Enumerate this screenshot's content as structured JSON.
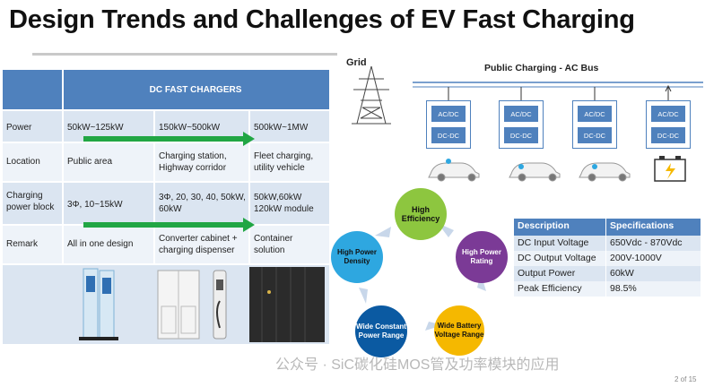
{
  "slide": {
    "title": "Design Trends and Challenges of EV Fast Charging",
    "page_number": "2 of 15",
    "watermark": "公众号 · SiC碳化硅MOS管及功率模块的应用"
  },
  "table": {
    "header": "DC FAST CHARGERS",
    "rows": [
      {
        "label": "Power",
        "cols": [
          "50kW~125kW",
          "150kW~500kW",
          "500kW~1MW"
        ]
      },
      {
        "label": "Location",
        "cols": [
          "Public area",
          "Charging station, Highway corridor",
          "Fleet charging, utility vehicle"
        ]
      },
      {
        "label": "Charging power block",
        "cols": [
          "3Φ, 10~15kW",
          "3Φ, 20, 30, 40, 50kW, 60kW",
          "50kW,60kW 120kW module"
        ]
      },
      {
        "label": "Remark",
        "cols": [
          "All in one design",
          "Converter cabinet + charging dispenser",
          "Container solution"
        ]
      }
    ]
  },
  "diagram": {
    "grid_label": "Grid",
    "bus_label": "Public Charging  - AC Bus",
    "units": [
      {
        "top": "AC/DC",
        "bottom": "DC-DC"
      },
      {
        "top": "AC/DC",
        "bottom": "DC-DC"
      },
      {
        "top": "AC/DC",
        "bottom": "DC-DC"
      },
      {
        "top": "AC/DC",
        "bottom": "DC-DC"
      }
    ]
  },
  "cycle": {
    "nodes": [
      {
        "label": "High Efficiency",
        "color": "#8dc63f"
      },
      {
        "label": "High Power Rating",
        "color": "#7b3a96"
      },
      {
        "label": "Wide Battery Voltage Range",
        "color": "#f5b800"
      },
      {
        "label": "Wide Constant Power Range",
        "color": "#0b5aa2"
      },
      {
        "label": "High Power Density",
        "color": "#2ea7e0"
      }
    ]
  },
  "specs": {
    "headers": [
      "Description",
      "Specifications"
    ],
    "rows": [
      [
        "DC Input Voltage",
        "650Vdc - 870Vdc"
      ],
      [
        "DC Output Voltage",
        "200V-1000V"
      ],
      [
        "Output Power",
        "60kW"
      ],
      [
        "Peak Efficiency",
        "98.5%"
      ]
    ]
  }
}
